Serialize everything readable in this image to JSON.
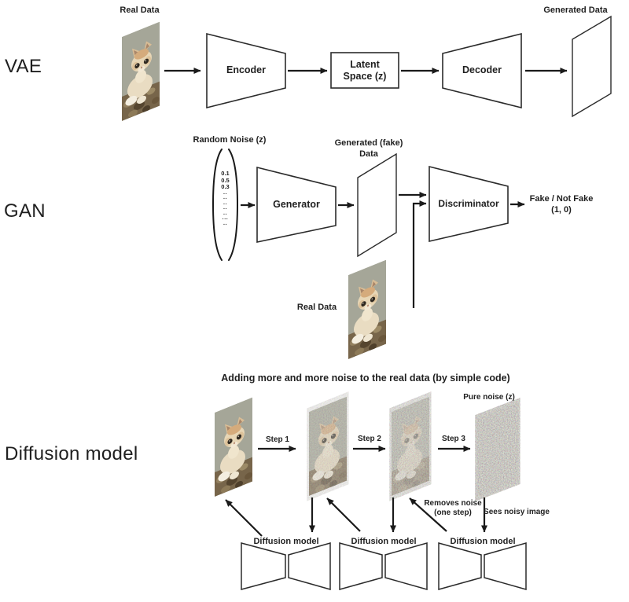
{
  "colors": {
    "line": "#1a1a1a",
    "text": "#1f1f1f",
    "background": "#ffffff",
    "photo_background": "#a5a698",
    "noise_gray": "#b7b3a9"
  },
  "vae": {
    "section_label": "VAE",
    "real_data_label": "Real Data",
    "encoder_label": "Encoder",
    "latent_line1": "Latent",
    "latent_line2": "Space (z)",
    "decoder_label": "Decoder",
    "generated_data_label": "Generated Data"
  },
  "gan": {
    "section_label": "GAN",
    "random_noise_label": "Random Noise (z)",
    "noise_vector": [
      "0.1",
      "0.5",
      "0.3",
      "..",
      "..",
      "..",
      "..",
      "..",
      "...",
      ".."
    ],
    "generator_label": "Generator",
    "fake_data_line1": "Generated (fake)",
    "fake_data_line2": "Data",
    "discriminator_label": "Discriminator",
    "output_line1": "Fake / Not Fake",
    "output_line2": "(1, 0)",
    "real_data_label": "Real Data"
  },
  "diffusion": {
    "section_label": "Diffusion model",
    "title": "Adding more and more noise to the real data (by simple code)",
    "step_labels": [
      "Step 1",
      "Step 2",
      "Step 3"
    ],
    "pure_noise_label": "Pure noise (z)",
    "removes_noise_line1": "Removes noise",
    "removes_noise_line2": "(one step)",
    "sees_noisy_label": "Sees noisy image",
    "model_labels": [
      "Diffusion model",
      "Diffusion model",
      "Diffusion model"
    ]
  }
}
